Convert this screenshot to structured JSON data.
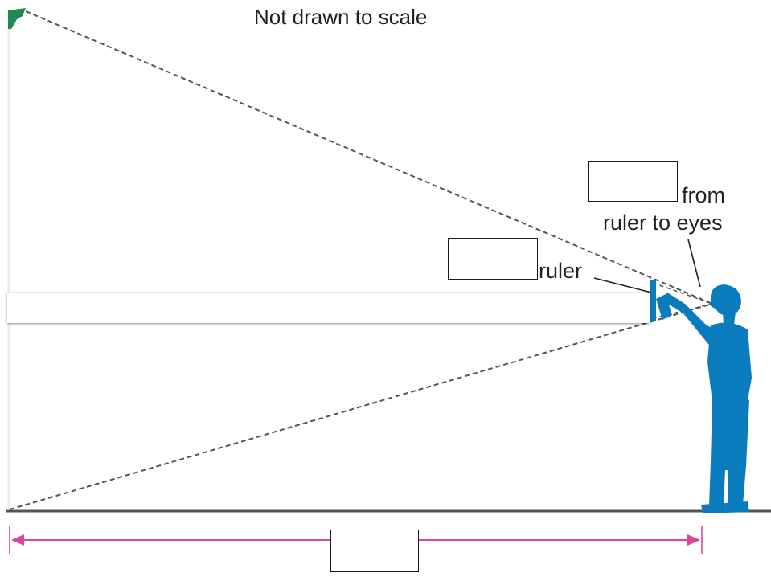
{
  "diagram": {
    "title": "Not drawn to scale",
    "label_from": "from",
    "label_ruler_to_eyes": "ruler to eyes",
    "label_ruler": "ruler",
    "colors": {
      "person": "#0a7bbd",
      "tree_top": "#1f8a55",
      "sight_lines": "#555555",
      "ground": "#555555",
      "distance_arrow": "#e0449a",
      "text": "#231f20"
    }
  }
}
